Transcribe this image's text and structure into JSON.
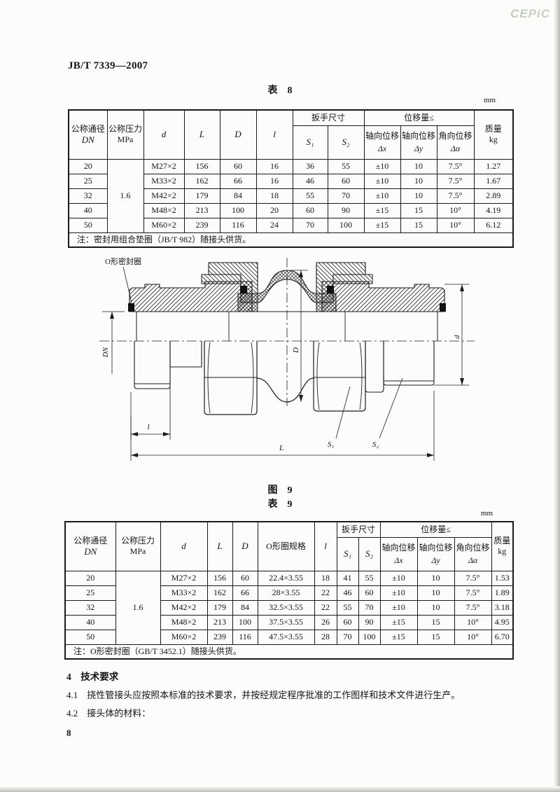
{
  "page": {
    "logo": "CEPiC",
    "doc_number": "JB/T 7339—2007",
    "page_number": "8"
  },
  "table8": {
    "caption": "表　8",
    "unit": "mm",
    "headers": {
      "col_dn_line1": "公称通径",
      "col_dn_line2": "DN",
      "col_pressure_line1": "公称压力",
      "col_pressure_line2": "MPa",
      "col_d": "d",
      "col_L": "L",
      "col_D": "D",
      "col_l": "l",
      "group_wrench": "扳手尺寸",
      "col_s1": "S₁",
      "col_s2": "S₂",
      "group_displacement": "位移量≤",
      "col_dx_line1": "轴向位移",
      "col_dx_line2": "Δx",
      "col_dy_line1": "轴向位移",
      "col_dy_line2": "Δy",
      "col_da_line1": "角向位移",
      "col_da_line2": "Δα",
      "col_mass_line1": "质量",
      "col_mass_line2": "kg"
    },
    "rows": [
      [
        "20",
        {
          "text": "1.6",
          "rowspan": 5
        },
        "M27×2",
        "156",
        "60",
        "16",
        "36",
        "55",
        "±10",
        "10",
        "7.5°",
        "1.27"
      ],
      [
        "25",
        "M33×2",
        "162",
        "66",
        "16",
        "46",
        "60",
        "±10",
        "10",
        "7.5°",
        "1.67"
      ],
      [
        "32",
        "M42×2",
        "179",
        "84",
        "18",
        "55",
        "70",
        "±10",
        "10",
        "7.5°",
        "2.89"
      ],
      [
        "40",
        "M48×2",
        "213",
        "100",
        "20",
        "60",
        "90",
        "±15",
        "15",
        "10°",
        "4.19"
      ],
      [
        "50",
        "M60×2",
        "239",
        "116",
        "24",
        "70",
        "100",
        "±15",
        "15",
        "10°",
        "6.12"
      ]
    ],
    "note": "注：密封用组合垫圈（JB/T 982）随接头供货。"
  },
  "figure9": {
    "caption": "图　9",
    "labels": {
      "oring": "O形密封圈",
      "dn": "DN",
      "big_d": "D",
      "small_d": "d",
      "small_l": "l",
      "big_l": "L",
      "s1": "S₁",
      "s2": "S₂"
    }
  },
  "table9": {
    "caption": "表　9",
    "unit": "mm",
    "headers": {
      "col_dn_line1": "公称通径",
      "col_dn_line2": "DN",
      "col_pressure_line1": "公称压力",
      "col_pressure_line2": "MPa",
      "col_d": "d",
      "col_L": "L",
      "col_D": "D",
      "col_oring": "O形圈规格",
      "col_l": "l",
      "group_wrench": "扳手尺寸",
      "col_s1": "S₁",
      "col_s2": "S₂",
      "group_displacement": "位移量≤",
      "col_dx_line1": "轴向位移",
      "col_dx_line2": "Δx",
      "col_dy_line1": "轴向位移",
      "col_dy_line2": "Δy",
      "col_da_line1": "角向位移",
      "col_da_line2": "Δα",
      "col_mass_line1": "质量",
      "col_mass_line2": "kg"
    },
    "rows": [
      [
        "20",
        {
          "text": "1.6",
          "rowspan": 5
        },
        "M27×2",
        "156",
        "60",
        "22.4×3.55",
        "18",
        "41",
        "55",
        "±10",
        "10",
        "7.5°",
        "1.53"
      ],
      [
        "25",
        "M33×2",
        "162",
        "66",
        "28×3.55",
        "22",
        "46",
        "60",
        "±10",
        "10",
        "7.5°",
        "1.89"
      ],
      [
        "32",
        "M42×2",
        "179",
        "84",
        "32.5×3.55",
        "22",
        "55",
        "70",
        "±10",
        "10",
        "7.5°",
        "3.18"
      ],
      [
        "40",
        "M48×2",
        "213",
        "100",
        "37.5×3.55",
        "26",
        "60",
        "90",
        "±15",
        "15",
        "10°",
        "4.95"
      ],
      [
        "50",
        "M60×2",
        "239",
        "116",
        "47.5×3.55",
        "28",
        "70",
        "100",
        "±15",
        "15",
        "10°",
        "6.70"
      ]
    ],
    "note": "注：O形密封圈（GB/T 3452.1）随接头供货。"
  },
  "section4": {
    "heading": "4　技术要求",
    "para_4_1": "4.1　挠性管接头应按照本标准的技术要求，并按经规定程序批准的工作图样和技术文件进行生产。",
    "para_4_2": "4.2　接头体的材料："
  }
}
